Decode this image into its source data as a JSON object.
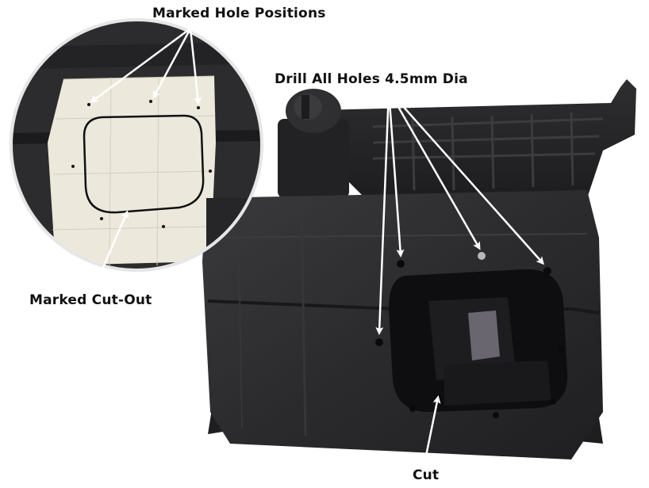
{
  "labels": {
    "marked_hole_positions": "Marked Hole Positions",
    "drill_all_holes": "Drill All Holes 4.5mm Dia",
    "marked_cut_out": "Marked Cut-Out",
    "cut": "Cut"
  },
  "colors": {
    "background": "#ffffff",
    "plastic": "#2b2b2d",
    "plastic_dark": "#1a1a1c",
    "paper": "#ece9dc",
    "arrow": "#ffffff",
    "text": "#111111"
  }
}
